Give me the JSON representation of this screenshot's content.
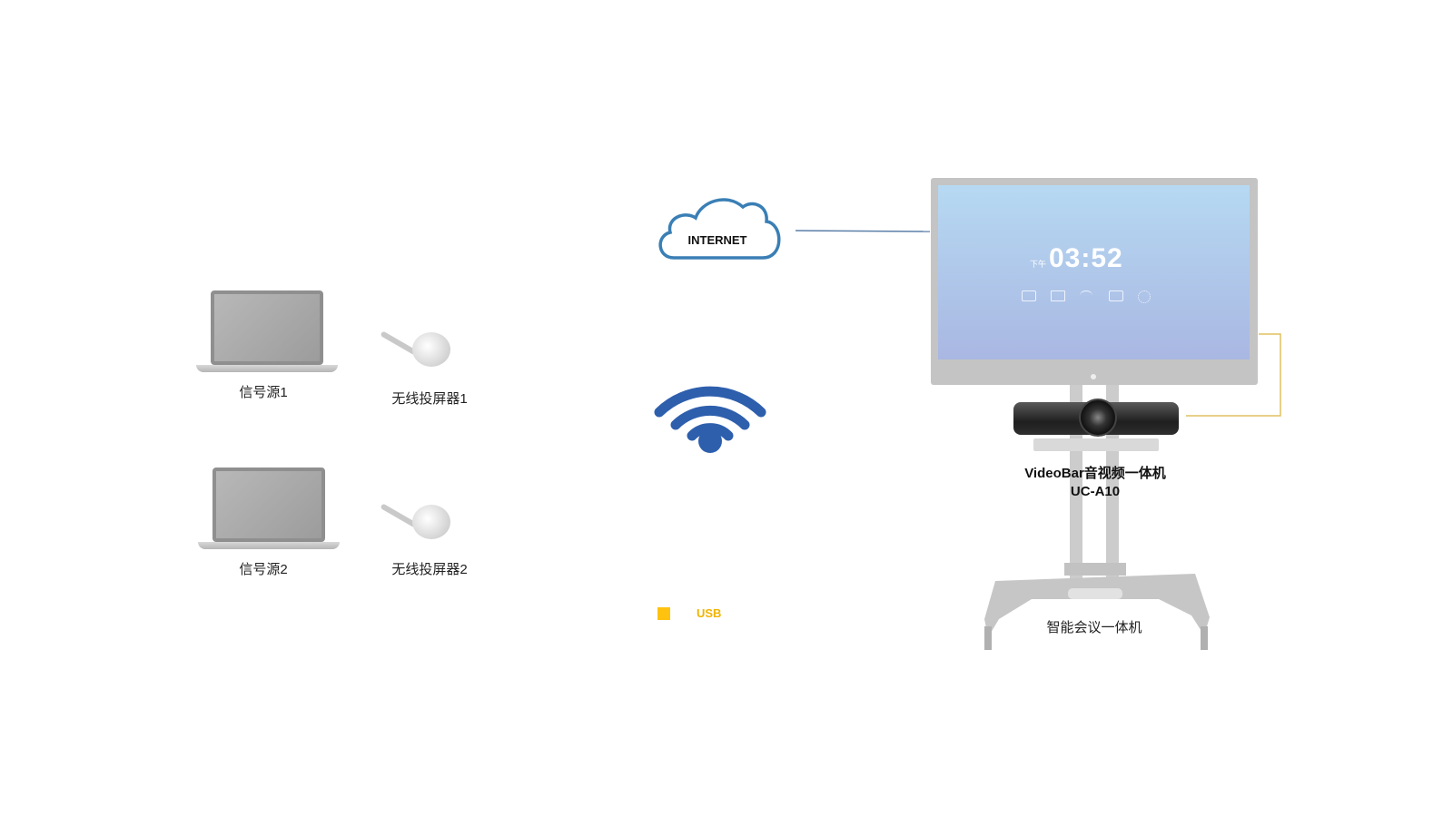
{
  "internet": {
    "label": "INTERNET"
  },
  "sources": [
    {
      "laptop_label": "信号源1",
      "dongle_label": "无线投屏器1"
    },
    {
      "laptop_label": "信号源2",
      "dongle_label": "无线投屏器2"
    }
  ],
  "display": {
    "clock": "03:52",
    "clock_prefix": "下午",
    "label": "智能会议一体机"
  },
  "videobar": {
    "name": "VideoBar音视频一体机",
    "model": "UC-A10"
  },
  "legend": {
    "usb_label": "USB"
  },
  "colors": {
    "internet_line": "#5b7fa8",
    "usb_line": "#e0c060",
    "wifi": "#2e5fad",
    "cloud": "#3a7fb5"
  }
}
